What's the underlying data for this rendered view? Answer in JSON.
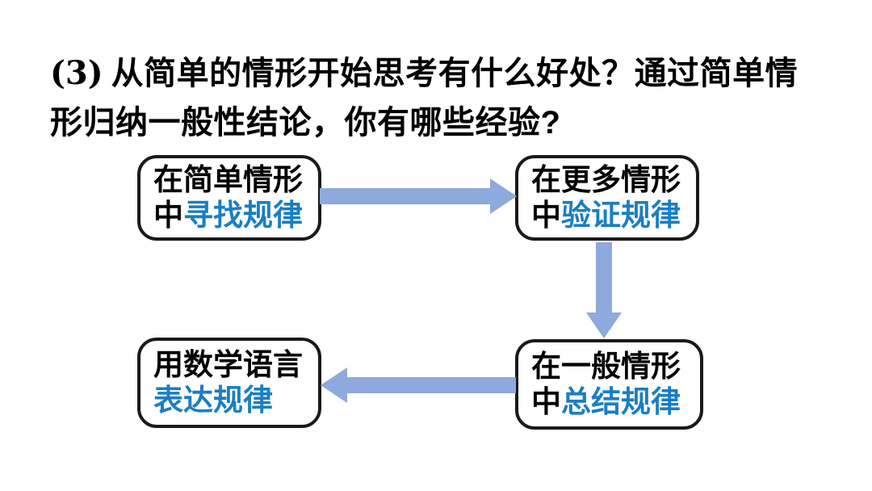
{
  "title": {
    "prefix": "(3)",
    "line1": "从简单的情形开始思考有什么好处？通过简单情",
    "line2": "形归纳一般性结论，你有哪些经验?"
  },
  "diagram": {
    "type": "flowchart-cycle",
    "nodes": [
      {
        "id": "find",
        "line1": "在简单情形",
        "line2_prefix": "中",
        "line2_highlight": "寻找规律"
      },
      {
        "id": "verify",
        "line1": "在更多情形",
        "line2_prefix": "中",
        "line2_highlight": "验证规律"
      },
      {
        "id": "summarize",
        "line1": "在一般情形",
        "line2_prefix": "中",
        "line2_highlight": "总结规律"
      },
      {
        "id": "express",
        "line1": "用数学语言",
        "line2_prefix": "",
        "line2_highlight": "表达规律"
      }
    ],
    "arrows": [
      {
        "from": "find",
        "to": "verify",
        "direction": "right"
      },
      {
        "from": "verify",
        "to": "summarize",
        "direction": "down"
      },
      {
        "from": "summarize",
        "to": "express",
        "direction": "left"
      }
    ]
  },
  "colors": {
    "arrow": "#8EA9DB",
    "highlight": "#1B7EC2",
    "text": "#000000",
    "border": "#1A1A1A",
    "background": "#FFFFFF"
  }
}
